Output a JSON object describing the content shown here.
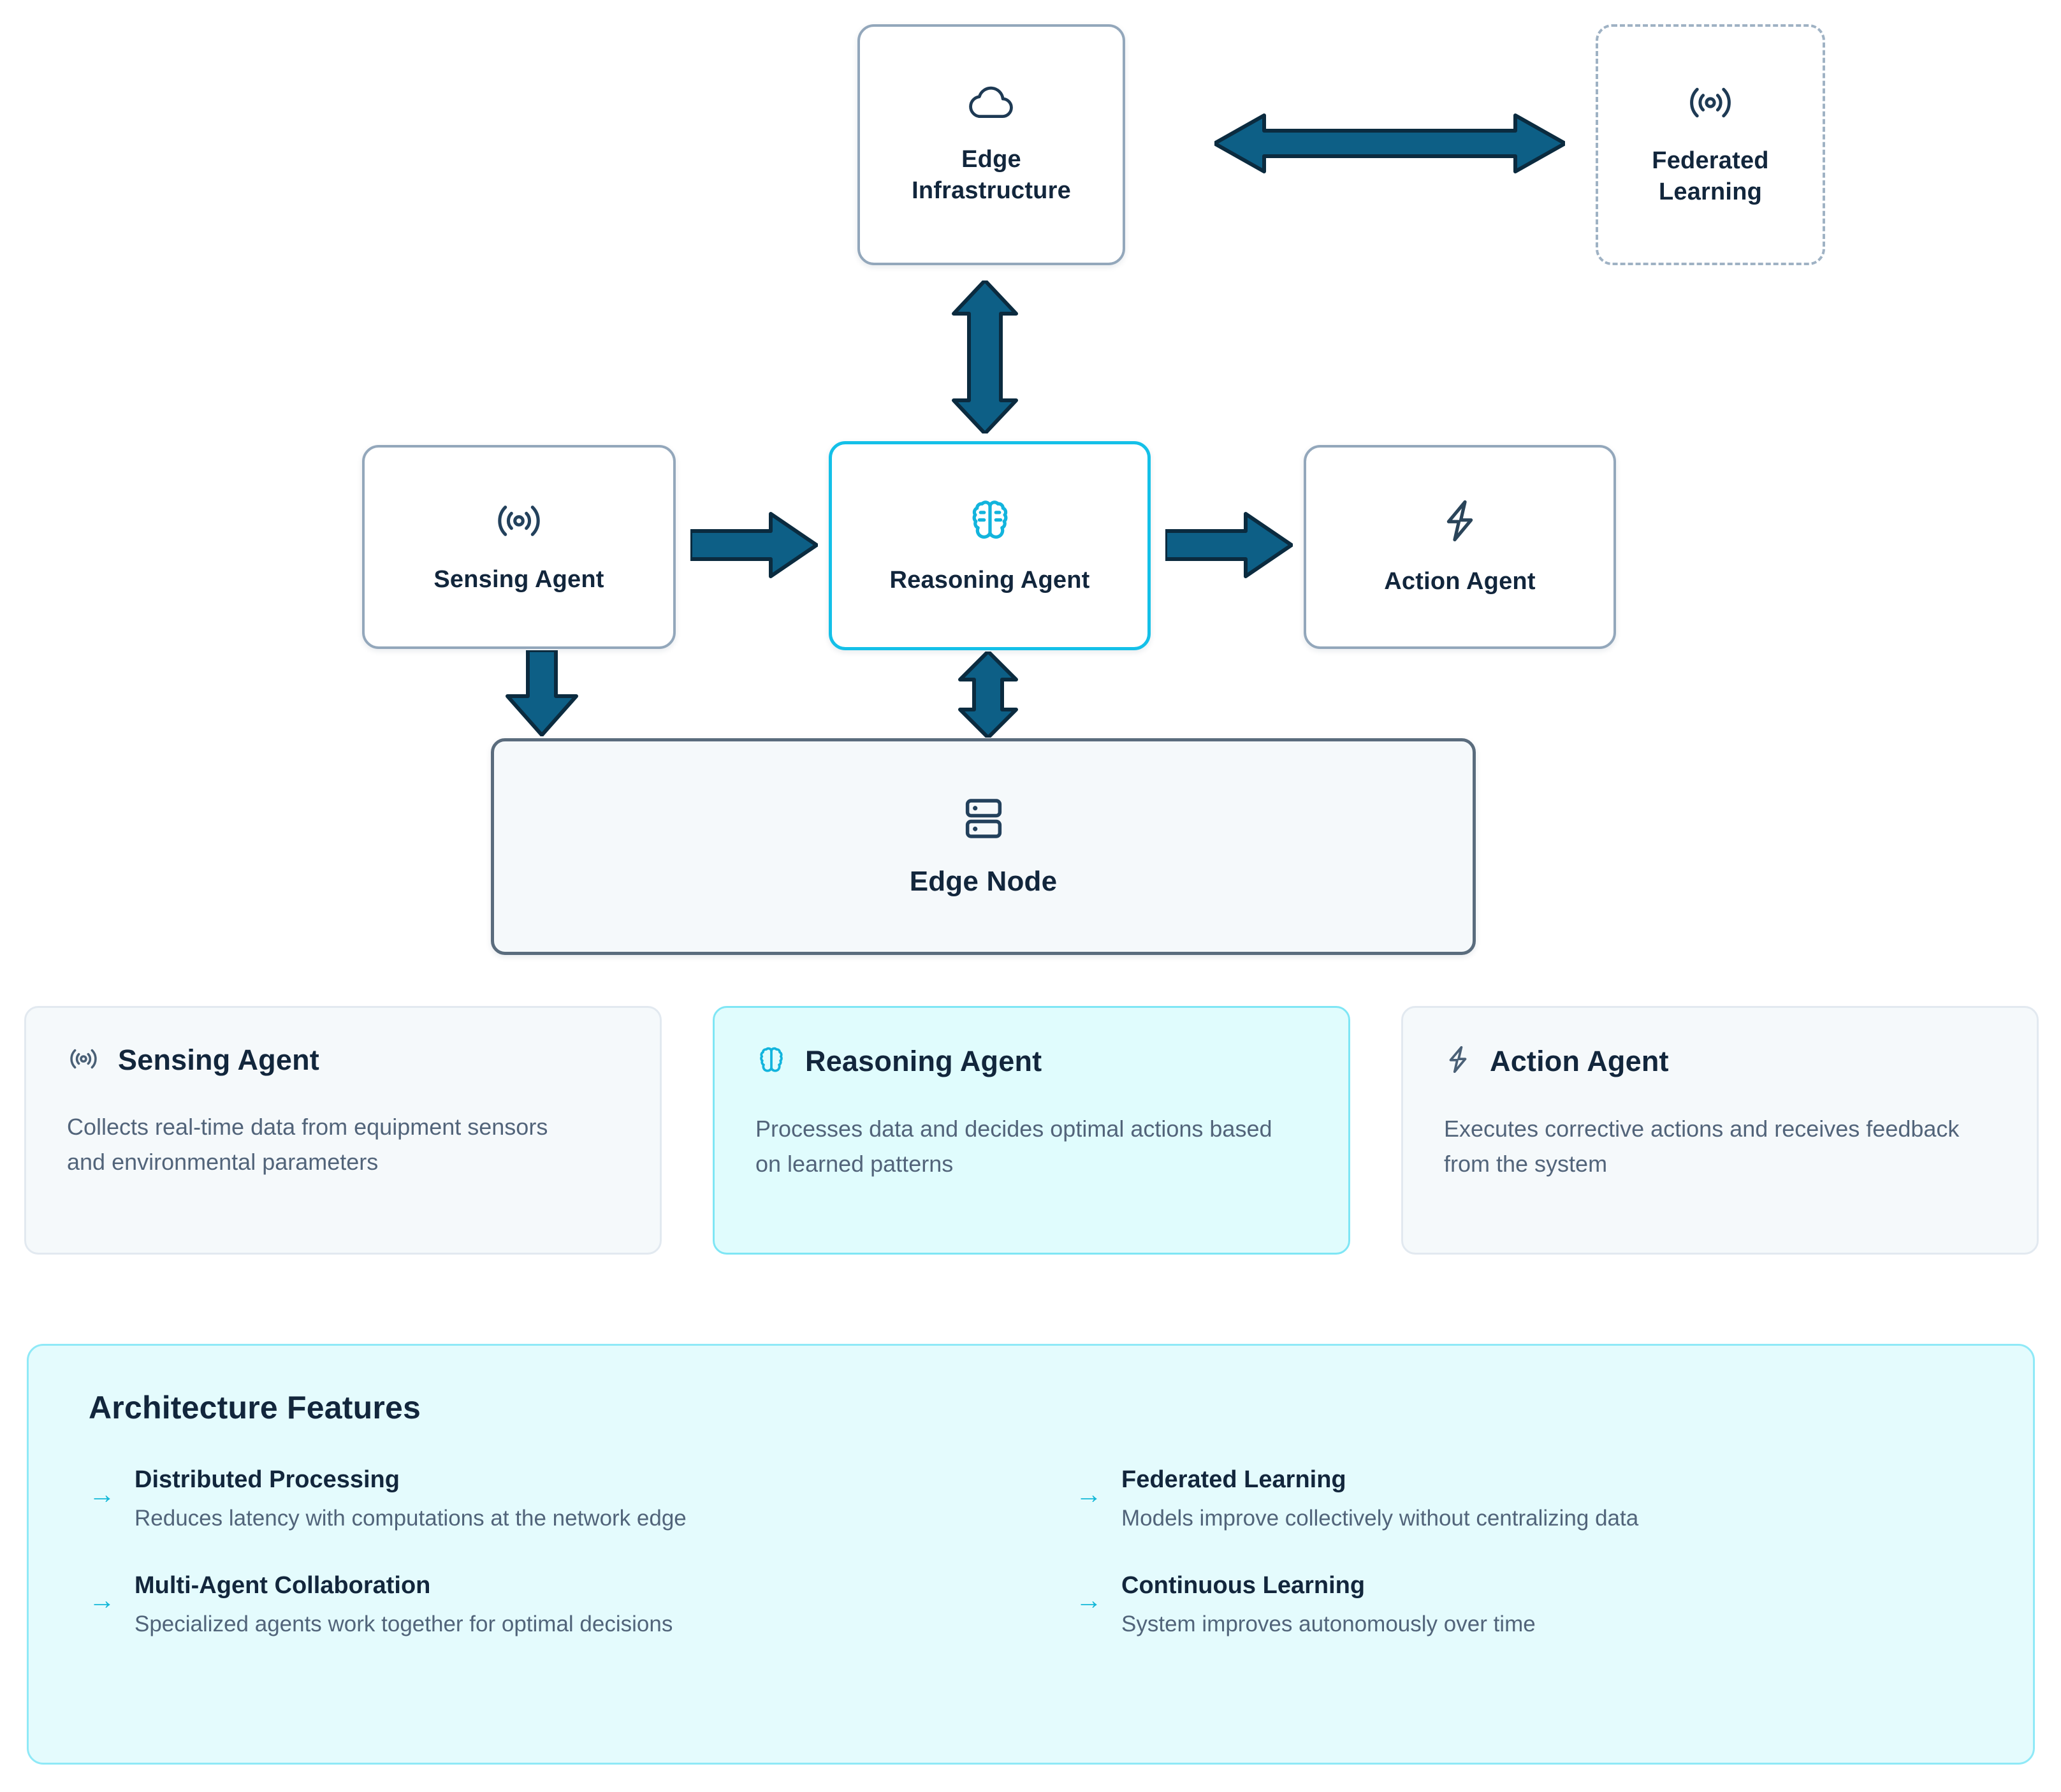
{
  "diagram": {
    "nodes": [
      {
        "id": "edge-infrastructure",
        "label": "Edge\nInfrastructure",
        "label_line1": "Edge",
        "label_line2": "Infrastructure",
        "icon": "cloud-icon",
        "style": "solid"
      },
      {
        "id": "federated-learning",
        "label": "Federated\nLearning",
        "label_line1": "Federated",
        "label_line2": "Learning",
        "icon": "broadcast-icon",
        "style": "dashed"
      },
      {
        "id": "sensing-agent",
        "label": "Sensing Agent",
        "icon": "broadcast-icon",
        "style": "solid"
      },
      {
        "id": "reasoning-agent",
        "label": "Reasoning Agent",
        "icon": "brain-icon",
        "style": "highlighted"
      },
      {
        "id": "action-agent",
        "label": "Action Agent",
        "icon": "lightning-icon",
        "style": "solid"
      },
      {
        "id": "edge-node",
        "label": "Edge Node",
        "icon": "server-icon",
        "style": "panel"
      }
    ],
    "edges": [
      {
        "id": "arrow-edge-federated",
        "from": "edge-infrastructure",
        "to": "federated-learning",
        "direction": "bidirectional",
        "orientation": "horizontal"
      },
      {
        "id": "arrow-edge-reasoning",
        "from": "edge-infrastructure",
        "to": "reasoning-agent",
        "direction": "bidirectional",
        "orientation": "vertical"
      },
      {
        "id": "arrow-sensing-reasoning",
        "from": "sensing-agent",
        "to": "reasoning-agent",
        "direction": "forward",
        "orientation": "horizontal"
      },
      {
        "id": "arrow-reasoning-action",
        "from": "reasoning-agent",
        "to": "action-agent",
        "direction": "forward",
        "orientation": "horizontal"
      },
      {
        "id": "arrow-sensing-edgenode",
        "from": "sensing-agent",
        "to": "edge-node",
        "direction": "forward",
        "orientation": "vertical"
      },
      {
        "id": "arrow-reasoning-edgenode",
        "from": "reasoning-agent",
        "to": "edge-node",
        "direction": "bidirectional",
        "orientation": "vertical"
      }
    ]
  },
  "agent_cards": [
    {
      "title": "Sensing Agent",
      "icon": "broadcast-icon",
      "description": "Collects real-time data from equipment sensors and environmental parameters",
      "highlighted": false
    },
    {
      "title": "Reasoning Agent",
      "icon": "brain-icon",
      "description": "Processes data and decides optimal actions based on learned patterns",
      "highlighted": true
    },
    {
      "title": "Action Agent",
      "icon": "lightning-icon",
      "description": "Executes corrective actions and receives feedback from the system",
      "highlighted": false
    }
  ],
  "features": {
    "title": "Architecture Features",
    "bullet_glyph": "→",
    "items": [
      {
        "name": "Distributed Processing",
        "description": "Reduces latency with computations at the network edge"
      },
      {
        "name": "Federated Learning",
        "description": "Models improve collectively without centralizing data"
      },
      {
        "name": "Multi-Agent Collaboration",
        "description": "Specialized agents work together for optimal decisions"
      },
      {
        "name": "Continuous Learning",
        "description": "System improves autonomously over time"
      }
    ]
  },
  "colors": {
    "arrow_fill": "#0d5f86",
    "arrow_stroke": "#0b2b3f",
    "accent_cyan": "#14c0e8",
    "node_border": "#93a7bb",
    "text_dark": "#12263c",
    "text_muted": "#52647a",
    "panel_bg": "#e4fbfd",
    "card_bg": "#f5f9fb"
  }
}
